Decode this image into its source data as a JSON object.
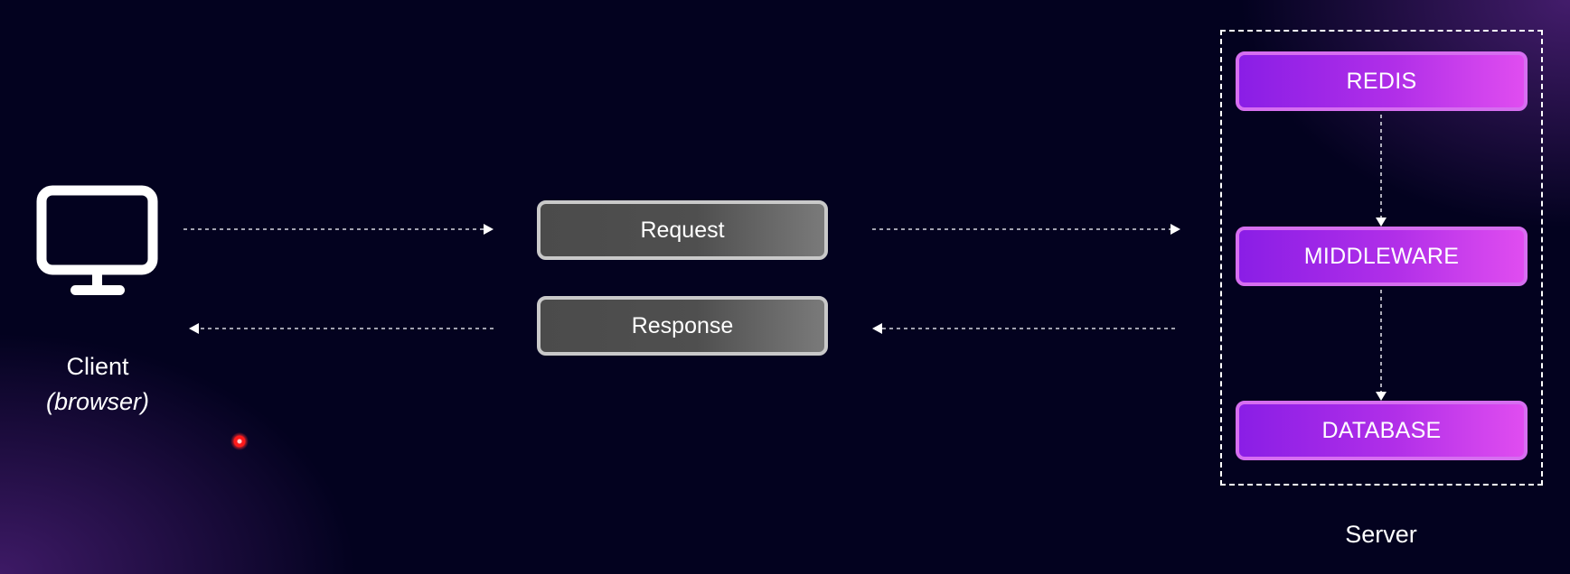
{
  "client": {
    "title": "Client",
    "subtitle": "(browser)",
    "icon": "monitor-icon"
  },
  "messages": {
    "request": "Request",
    "response": "Response"
  },
  "server": {
    "label": "Server",
    "components": [
      "REDIS",
      "MIDDLEWARE",
      "DATABASE"
    ]
  },
  "colors": {
    "background": "#03021f",
    "message_fill": "#4f4f4f",
    "message_border": "#c9c9c9",
    "component_fill_start": "#8a1ee6",
    "component_fill_end": "#e04df0",
    "component_border": "#d66ef0",
    "connector": "#ffffff"
  }
}
